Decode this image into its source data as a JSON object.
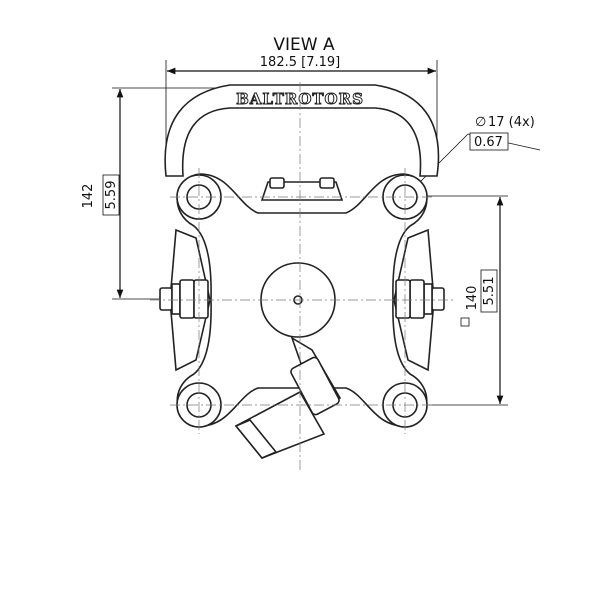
{
  "view_title": "VIEW A",
  "brand_text": "BALTROTORS",
  "dimensions": {
    "overall_width": "182.5 [7.19]",
    "height_mm": "142",
    "height_in": "5.59",
    "hole_dia": "17 (4x)",
    "hole_dia_in": "0.67",
    "bolt_square_mm": "140",
    "bolt_square_in": "5.51"
  },
  "symbols": {
    "diameter": "∅"
  }
}
